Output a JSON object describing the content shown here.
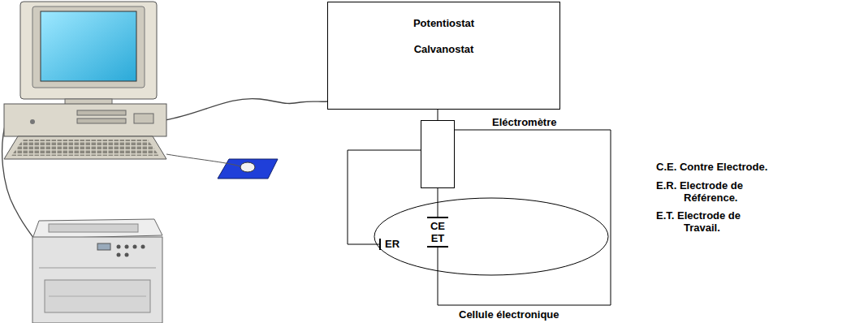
{
  "diagram": {
    "nodes": [
      {
        "text": [
          "Potentiostat",
          "Calvanostat"
        ]
      },
      {
        "text": [
          "Eléctromètre"
        ]
      },
      {
        "text": [
          "ER",
          "CE",
          "ET"
        ]
      }
    ],
    "edges": [
      {
        "from": 0,
        "to": 1,
        "arrow": "none"
      },
      {
        "from": 1,
        "to": 2,
        "arrow": "none"
      },
      {
        "from": 1,
        "to": 2,
        "arrow": "none"
      },
      {
        "from": 1,
        "to": 2,
        "arrow": "none"
      }
    ],
    "labels": [
      "Cellule électronique",
      "C.E. Contre Electrode.",
      "E.R. Electrode de Référence.",
      "E.T. Electrode de Travail."
    ]
  }
}
